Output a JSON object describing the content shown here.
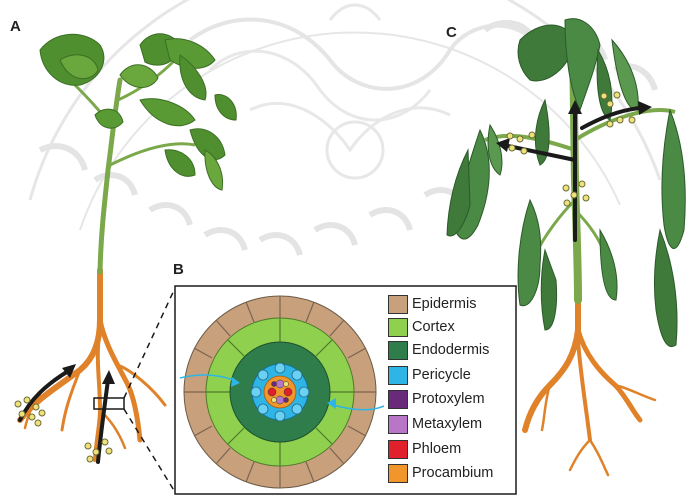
{
  "panels": {
    "a": "A",
    "b": "B",
    "c": "C"
  },
  "legend": [
    {
      "label": "Epidermis",
      "color": "#c8a07c"
    },
    {
      "label": "Cortex",
      "color": "#8fd14f"
    },
    {
      "label": "Endodermis",
      "color": "#2e7d4a"
    },
    {
      "label": "Pericycle",
      "color": "#2eb5e6"
    },
    {
      "label": "Protoxylem",
      "color": "#6a2a7a"
    },
    {
      "label": "Metaxylem",
      "color": "#b877c6"
    },
    {
      "label": "Phloem",
      "color": "#e0202a"
    },
    {
      "label": "Procambium",
      "color": "#f0962a"
    }
  ],
  "colors": {
    "root": "#e0822a",
    "stem": "#7aa84a",
    "leaf_healthy": "#4f8f2f",
    "leaf_wilted": "#3f7a3a",
    "arrow": "#1a1a1a",
    "particle": "#f0e27a",
    "watermark": "#c9c9c9"
  },
  "icons": {
    "healthy_plant": "tomato-plant-healthy-illustration",
    "wilted_plant": "tomato-plant-wilted-illustration",
    "watermark": "university-seal-watermark"
  }
}
